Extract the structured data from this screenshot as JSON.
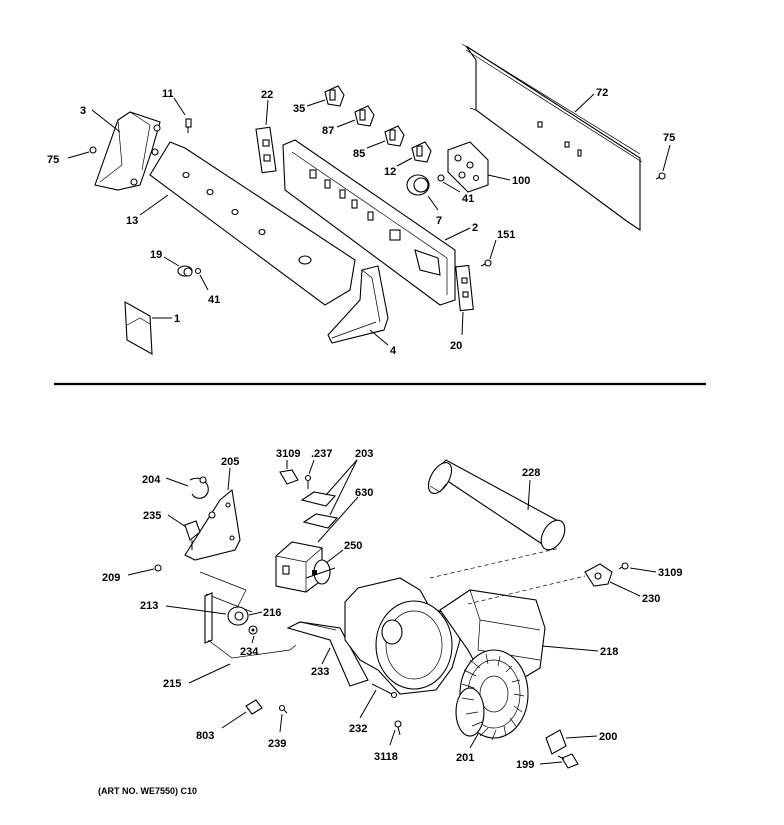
{
  "caption": "(ART NO. WE7550) C10",
  "labels": {
    "l3": "3",
    "l11": "11",
    "l75a": "75",
    "l13": "13",
    "l19": "19",
    "l41a": "41",
    "l1": "1",
    "l22": "22",
    "l35": "35",
    "l87": "87",
    "l85": "85",
    "l12": "12",
    "l7": "7",
    "l41b": "41",
    "l100": "100",
    "l72": "72",
    "l75b": "75",
    "l2": "2",
    "l151": "151",
    "l4": "4",
    "l20": "20",
    "l204": "204",
    "l205": "205",
    "l235": "235",
    "l209": "209",
    "l213": "213",
    "l216": "216",
    "l234": "234",
    "l215": "215",
    "l803": "803",
    "l239": "239",
    "l3109a": "3109",
    "l237": ".237",
    "l203": "203",
    "l630": "630",
    "l250": "250",
    "l233": "233",
    "l232": "232",
    "l3118": "3118",
    "l228": "228",
    "l3109b": "3109",
    "l230": "230",
    "l218": "218",
    "l201": "201",
    "l200": "200",
    "l199": "199"
  }
}
